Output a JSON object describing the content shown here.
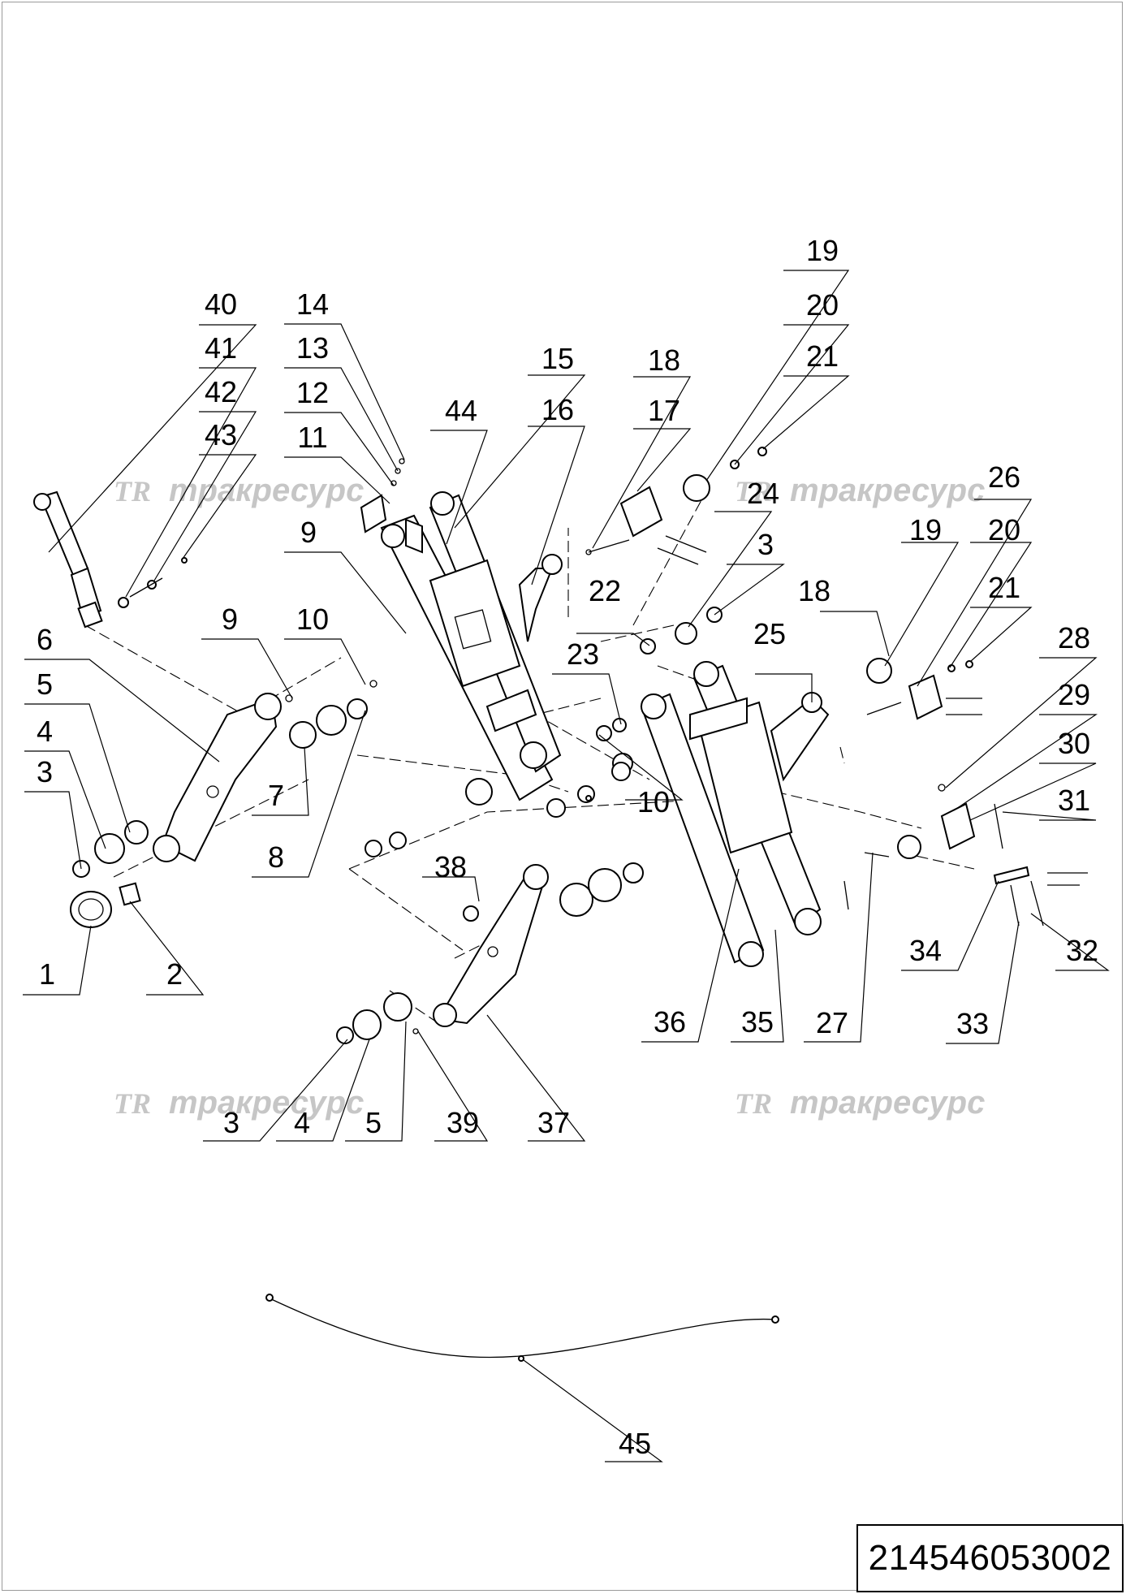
{
  "document_number": "214546053002",
  "watermarks": [
    {
      "logo": "TR",
      "text": "тракресурс"
    },
    {
      "logo": "TR",
      "text": "тракресурс"
    },
    {
      "logo": "TR",
      "text": "тракресурс"
    },
    {
      "logo": "TR",
      "text": "тракресурс"
    }
  ],
  "callouts": [
    "1",
    "2",
    "3",
    "4",
    "5",
    "6",
    "7",
    "8",
    "9",
    "9",
    "10",
    "10",
    "11",
    "12",
    "13",
    "14",
    "15",
    "16",
    "17",
    "18",
    "18",
    "19",
    "19",
    "20",
    "20",
    "21",
    "21",
    "22",
    "23",
    "24",
    "25",
    "26",
    "27",
    "28",
    "29",
    "30",
    "31",
    "32",
    "33",
    "34",
    "35",
    "36",
    "37",
    "38",
    "39",
    "40",
    "41",
    "42",
    "43",
    "44",
    "3",
    "4",
    "5",
    "3",
    "45"
  ]
}
